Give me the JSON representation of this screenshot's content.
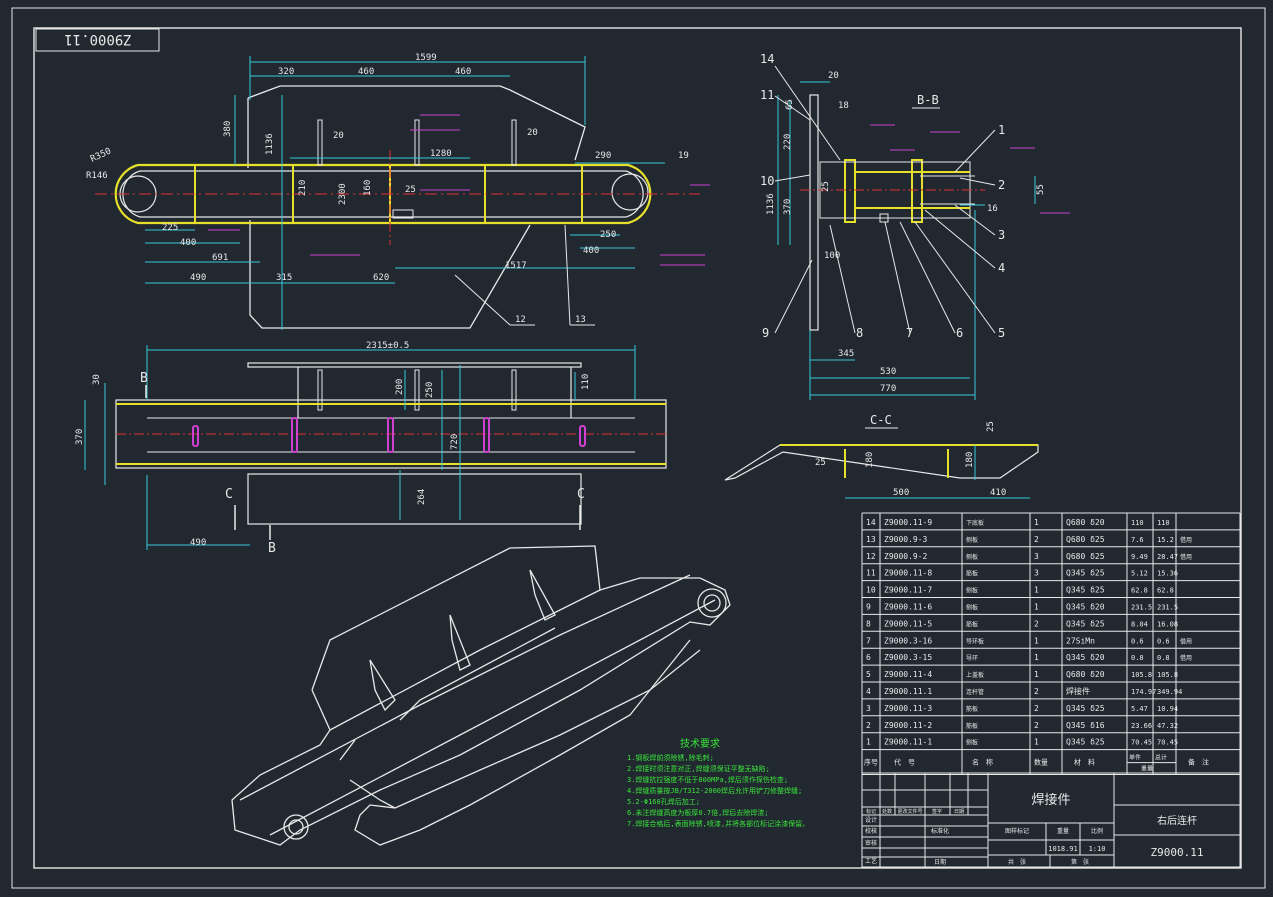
{
  "drawing": {
    "code_mirrored": "Z9000.11",
    "title_part_name": "焊接件",
    "assembly_name": "右后连杆",
    "drawing_code": "Z9000.11",
    "scale": "1:10",
    "weight": "1018.91"
  },
  "sections": {
    "bb": "B-B",
    "cc": "C-C",
    "b_lower": "B",
    "b_upper": "B",
    "c_left": "C",
    "c_right": "C"
  },
  "dims": {
    "front_total": "1599",
    "d320": "320",
    "d460a": "460",
    "d460b": "460",
    "d1280": "1280",
    "d290": "290",
    "d19": "19",
    "d380": "380",
    "d1136": "1136",
    "r350": "R350",
    "r146": "R146",
    "d225": "225",
    "d400": "400",
    "d691": "691",
    "d490": "490",
    "d315": "315",
    "d620": "620",
    "d1517": "1517",
    "d250": "250",
    "d400b": "400",
    "d20a": "20",
    "d20b": "20",
    "d210": "210",
    "d160": "160",
    "d25": "25",
    "d2300": "2300",
    "lbl12": "12",
    "lbl13": "13",
    "top_total": "2315±0.5",
    "d30": "30",
    "d370": "370",
    "d200": "200",
    "d250b": "250",
    "d110": "110",
    "d720": "720",
    "d264": "264",
    "d490b": "490",
    "bb_20": "20",
    "bb_18": "18",
    "bb_220": "220",
    "bb_65": "65",
    "bb_370": "370",
    "bb_1136": "1136",
    "bb_25": "25",
    "bb_55": "55",
    "bb_16": "16",
    "bb_100": "100",
    "bb_345": "345",
    "bb_530": "530",
    "bb_770": "770",
    "cc_25": "25",
    "cc_25b": "25",
    "cc_180": "180",
    "cc_180b": "180",
    "cc_500": "500",
    "cc_410": "410"
  },
  "leaders_bb": [
    "14",
    "11",
    "10",
    "9",
    "8",
    "7",
    "6",
    "5",
    "4",
    "3",
    "2",
    "1"
  ],
  "bom": {
    "rows": [
      {
        "no": "14",
        "code": "Z9000.11-9",
        "name": "下底板",
        "qty": "1",
        "mat": "Q680 δ20",
        "unit": "110",
        "total": "110",
        "note": ""
      },
      {
        "no": "13",
        "code": "Z9000.9-3",
        "name": "侧板",
        "qty": "2",
        "mat": "Q680 δ25",
        "unit": "7.6",
        "total": "15.2",
        "note": "借用"
      },
      {
        "no": "12",
        "code": "Z9000.9-2",
        "name": "侧板",
        "qty": "3",
        "mat": "Q680 δ25",
        "unit": "9.49",
        "total": "28.47",
        "note": "借用"
      },
      {
        "no": "11",
        "code": "Z9000.11-8",
        "name": "筋板",
        "qty": "3",
        "mat": "Q345 δ25",
        "unit": "5.12",
        "total": "15.36",
        "note": ""
      },
      {
        "no": "10",
        "code": "Z9000.11-7",
        "name": "侧板",
        "qty": "1",
        "mat": "Q345 δ25",
        "unit": "62.8",
        "total": "62.8",
        "note": ""
      },
      {
        "no": "9",
        "code": "Z9000.11-6",
        "name": "侧板",
        "qty": "1",
        "mat": "Q345 δ20",
        "unit": "231.5",
        "total": "231.5",
        "note": ""
      },
      {
        "no": "8",
        "code": "Z9000.11-5",
        "name": "筋板",
        "qty": "2",
        "mat": "Q345 δ25",
        "unit": "8.04",
        "total": "16.08",
        "note": ""
      },
      {
        "no": "7",
        "code": "Z9000.3-16",
        "name": "导环板",
        "qty": "1",
        "mat": "27SiMn",
        "unit": "0.6",
        "total": "0.6",
        "note": "借用"
      },
      {
        "no": "6",
        "code": "Z9000.3-15",
        "name": "导环",
        "qty": "1",
        "mat": "Q345 δ20",
        "unit": "0.8",
        "total": "0.8",
        "note": "借用"
      },
      {
        "no": "5",
        "code": "Z9000.11-4",
        "name": "上盖板",
        "qty": "1",
        "mat": "Q680 δ20",
        "unit": "105.8",
        "total": "105.8",
        "note": ""
      },
      {
        "no": "4",
        "code": "Z9000.11.1",
        "name": "连杆管",
        "qty": "2",
        "mat": "焊接件",
        "unit": "174.97",
        "total": "349.94",
        "note": ""
      },
      {
        "no": "3",
        "code": "Z9000.11-3",
        "name": "筋板",
        "qty": "2",
        "mat": "Q345 δ25",
        "unit": "5.47",
        "total": "10.94",
        "note": ""
      },
      {
        "no": "2",
        "code": "Z9000.11-2",
        "name": "筋板",
        "qty": "2",
        "mat": "Q345 δ16",
        "unit": "23.66",
        "total": "47.32",
        "note": ""
      },
      {
        "no": "1",
        "code": "Z9000.11-1",
        "name": "侧板",
        "qty": "1",
        "mat": "Q345 δ25",
        "unit": "70.45",
        "total": "70.45",
        "note": ""
      }
    ],
    "header": {
      "no": "序号",
      "code": "代　号",
      "name": "名　称",
      "qty": "数量",
      "mat": "材　料",
      "unit": "单件",
      "total": "总计",
      "weight": "重量",
      "note": "备　注"
    }
  },
  "title_block": {
    "labels_left": [
      "标记",
      "处数",
      "更改文件号",
      "签字",
      "日期"
    ],
    "roles": [
      "设计",
      "校核",
      "审核",
      "工艺"
    ],
    "std": "标准化",
    "approve": "日期",
    "stage": "图样标记",
    "weight_lbl": "重量",
    "scale_lbl": "比例",
    "sheets": "共　张",
    "sheet": "第　张"
  },
  "notes": {
    "title": "技术要求",
    "lines": [
      "1.钢板焊前须除锈,除毛刺;",
      "2.焊接时须注意对正,焊缝须保证平整无缺陷;",
      "3.焊缝抗拉强度不低于800MPa,焊后须作探伤检查;",
      "4.焊缝质量按JB/T312-2000焊后允许用铲刀修整焊缝;",
      "5.2-Φ160孔焊后加工;",
      "6.未注焊缝高度为板厚0.7倍,焊后去除焊渣;",
      "7.焊接合格后,表面除锈,喷漆,并将各部位标记涂漆保留。"
    ]
  },
  "colors": {
    "background": "#212830",
    "white": "#e8e8e8",
    "green": "#39e639",
    "cyan": "#36c8d8",
    "yellow": "#e6e02a",
    "red": "#e03030",
    "magenta": "#d040d0"
  }
}
